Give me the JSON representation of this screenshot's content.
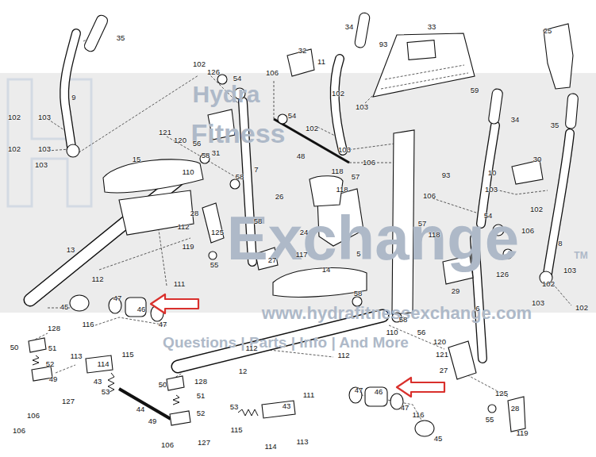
{
  "diagram": {
    "labels": [
      "35",
      "34",
      "33",
      "25",
      "93",
      "32",
      "11",
      "102",
      "126",
      "54",
      "106",
      "59",
      "102",
      "9",
      "103",
      "54",
      "102",
      "103",
      "34",
      "35",
      "102",
      "121",
      "120",
      "56",
      "103",
      "102",
      "103",
      "31",
      "58",
      "48",
      "15",
      "30",
      "106",
      "103",
      "7",
      "110",
      "118",
      "10",
      "93",
      "58",
      "57",
      "103",
      "118",
      "106",
      "26",
      "102",
      "28",
      "54",
      "58",
      "57",
      "112",
      "106",
      "24",
      "125",
      "118",
      "8",
      "119",
      "13",
      "5",
      "117",
      "27",
      "55",
      "14",
      "103",
      "126",
      "112",
      "111",
      "102",
      "29",
      "58",
      "47",
      "103",
      "45",
      "102",
      "6",
      "46",
      "58",
      "116",
      "47",
      "128",
      "110",
      "56",
      "120",
      "50",
      "51",
      "115",
      "112",
      "121",
      "112",
      "113",
      "52",
      "114",
      "27",
      "12",
      "49",
      "43",
      "128",
      "50",
      "47",
      "46",
      "53",
      "125",
      "111",
      "51",
      "127",
      "43",
      "53",
      "47",
      "28",
      "44",
      "52",
      "116",
      "106",
      "55",
      "49",
      "115",
      "106",
      "119",
      "45",
      "113",
      "127",
      "106",
      "114",
      "Hydra",
      "Fitness",
      "Exchange",
      "TM",
      "www.hydrafitnessexchange.com",
      "Questions | Parts | Info | And More"
    ]
  }
}
